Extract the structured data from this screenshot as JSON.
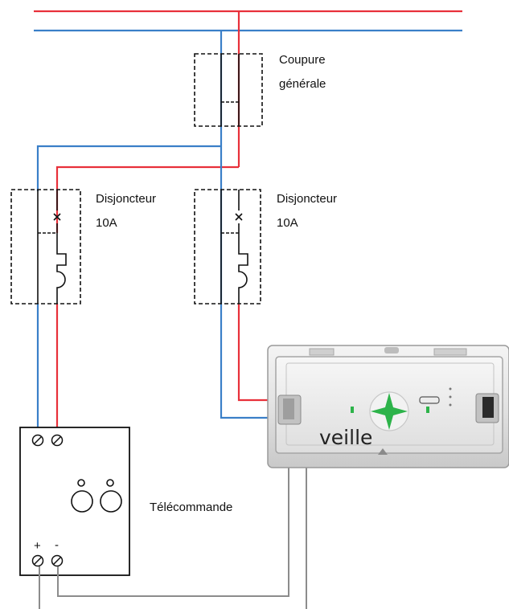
{
  "labels": {
    "main_switch_line1": "Coupure",
    "main_switch_line2": "générale",
    "breaker1_line1": "Disjoncteur",
    "breaker1_line2": "10A",
    "breaker2_line1": "Disjoncteur",
    "breaker2_line2": "10A",
    "remote": "Télécommande",
    "plus": "+",
    "minus": "-",
    "lamp_status": "veille"
  },
  "colors": {
    "phase_wire": "#e8303a",
    "neutral_wire": "#3a7fc8",
    "control_wire": "#8c8c8c",
    "enclosure": "#111111",
    "pictogram": "#2db34a"
  },
  "icons": {
    "remote_buttons": "push-button-icon",
    "terminals": "screw-terminal-icon",
    "pictogram": "four-point-star-icon"
  }
}
